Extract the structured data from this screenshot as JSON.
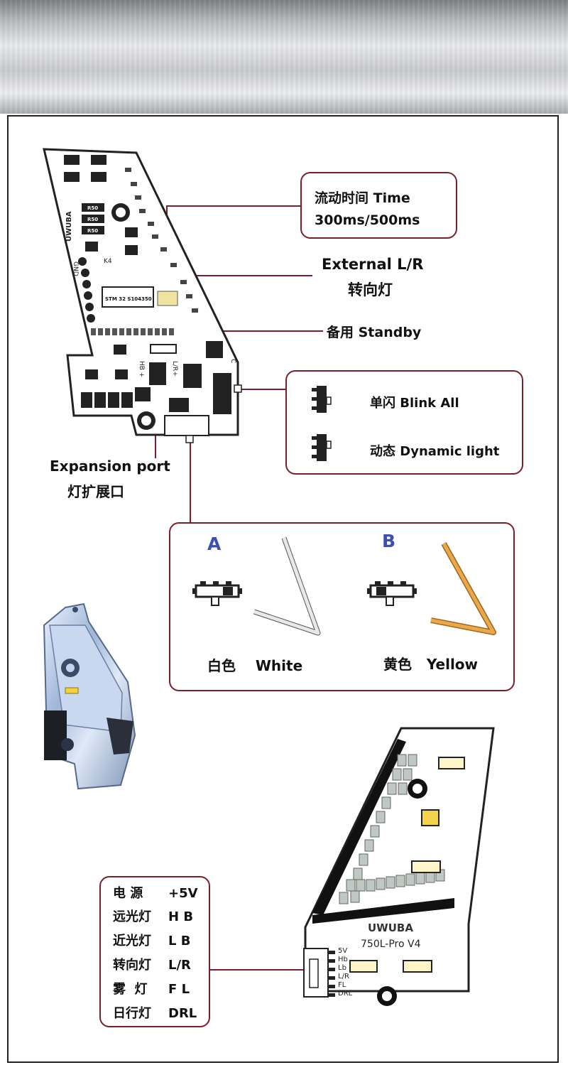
{
  "time_callout": {
    "line1": "流动时间 Time",
    "line2": "300ms/500ms"
  },
  "external_lr": {
    "en": "External  L/R",
    "cn": "转向灯"
  },
  "standby": {
    "label": "备用 Standby"
  },
  "mode_callout": {
    "blink": "单闪 Blink  All",
    "dynamic": "动态 Dynamic light"
  },
  "expansion": {
    "en": "Expansion port",
    "cn": "灯扩展口"
  },
  "color_option": {
    "a": {
      "letter": "A",
      "label": "白色    White"
    },
    "b": {
      "letter": "B",
      "label": "黄色   Yellow"
    },
    "letter_color": "#3d4fb5",
    "white_strip_color": "#e8e8e8",
    "yellow_strip_color": "#e9a84a"
  },
  "board_top": {
    "brand": "UWUBA",
    "chip": "STM 32 S104350",
    "resistor": "R50",
    "markings": {
      "gnd": "GND",
      "k4": "K4",
      "hb": "HB +",
      "lr": "L/R+",
      "c": "C"
    }
  },
  "pinout_callout": {
    "rows": [
      {
        "cn": "电 源",
        "code": "+5V"
      },
      {
        "cn": "远光灯",
        "code": "H B"
      },
      {
        "cn": "近光灯",
        "code": "L B"
      },
      {
        "cn": "转向灯",
        "code": "L/R"
      },
      {
        "cn": "雾  灯",
        "code": "F L"
      },
      {
        "cn": "日行灯",
        "code": "DRL"
      }
    ]
  },
  "board_bottom": {
    "brand": "UWUBA",
    "model": "750L-Pro V4",
    "pins": [
      "5V",
      "Hb",
      "Lb",
      "L/R",
      "FL",
      "DRL"
    ]
  },
  "accent_color": "#7a1f2e"
}
